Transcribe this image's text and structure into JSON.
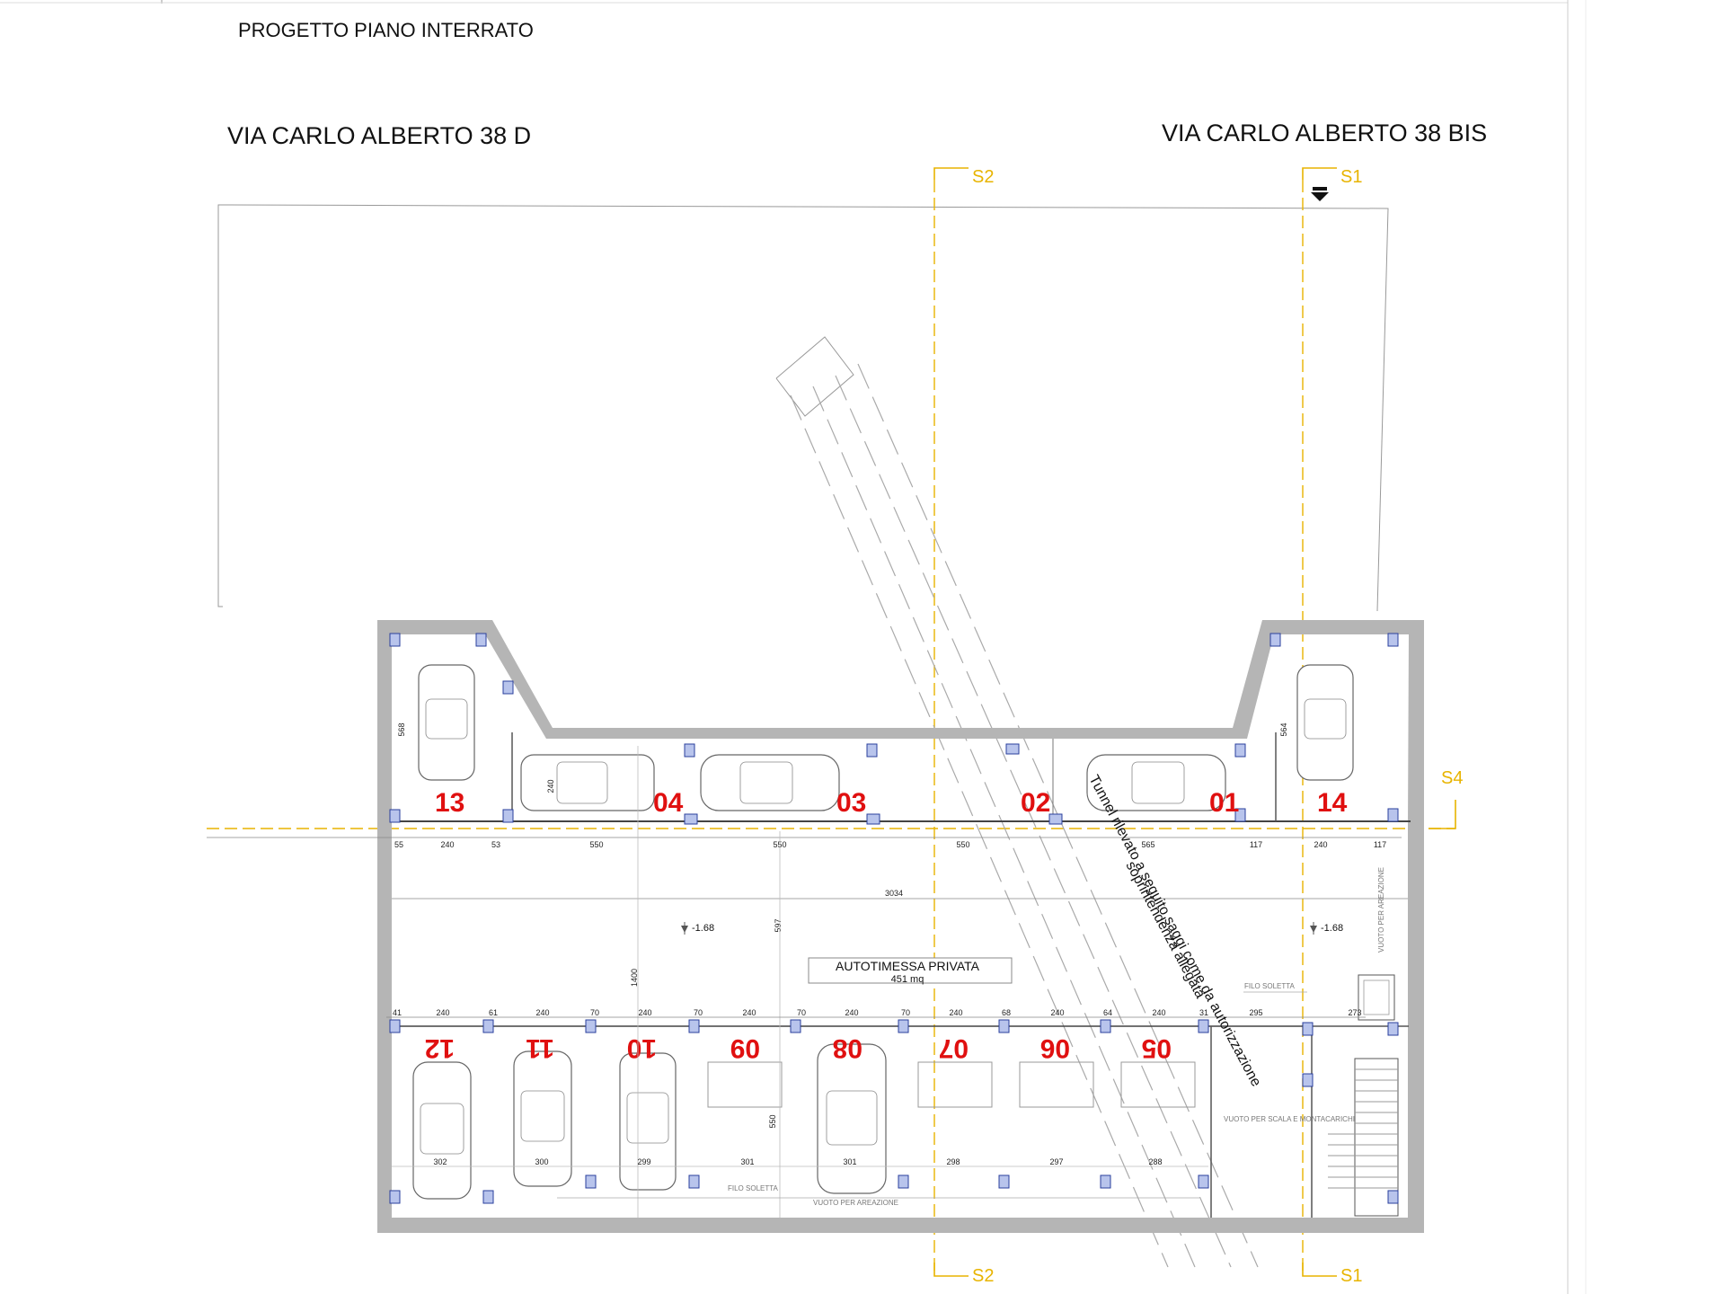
{
  "title": "PROGETTO PIANO INTERRATO",
  "address_left": "VIA CARLO ALBERTO 38 D",
  "address_right": "VIA CARLO ALBERTO 38 BIS",
  "sections": {
    "s1": "S1",
    "s2": "S2",
    "s4": "S4"
  },
  "garage": {
    "label": "AUTOTIMESSA PRIVATA",
    "area": "451 mq"
  },
  "level": "-1.68",
  "tunnel_note_line1": "Tunnel rilevato a seguito saggi come da autorizzazione",
  "tunnel_note_line2": "soprintendenza allegata",
  "top_spots": [
    "13",
    "04",
    "03",
    "02",
    "01",
    "14"
  ],
  "bottom_spots": [
    "12",
    "11",
    "10",
    "09",
    "08",
    "07",
    "06",
    "05"
  ],
  "dims_top": [
    "55",
    "240",
    "53",
    "550",
    "550",
    "550",
    "565",
    "117",
    "240",
    "117"
  ],
  "dims_bottom": [
    "41",
    "240",
    "61",
    "240",
    "70",
    "240",
    "70",
    "240",
    "70",
    "240",
    "70",
    "240",
    "68",
    "240",
    "64",
    "240",
    "31",
    "295",
    "273"
  ],
  "dims_widths_bottom": [
    "302",
    "300",
    "299",
    "301",
    "301",
    "298",
    "297",
    "288"
  ],
  "total_width": "3034",
  "dim_height_1400": "1400",
  "dim_height_597": "597",
  "dim_550": "550",
  "dim_568": "568",
  "dim_564": "564",
  "dim_240v": "240",
  "notes": {
    "filo_soletta": "FILO SOLETTA",
    "vuoto_areazione": "VUOTO PER AREAZIONE",
    "vuoto_scala": "VUOTO PER SCALA E MONTACARICHI",
    "vuoto_areazione_v": "VUOTO PER AREAZIONE"
  },
  "icons": {
    "north_arrow": "arrow-down-icon",
    "level_marker": "level-marker-icon"
  },
  "colors": {
    "section_line": "#e8b400",
    "spot_number": "#e01010",
    "column": "#b8c4ec"
  }
}
